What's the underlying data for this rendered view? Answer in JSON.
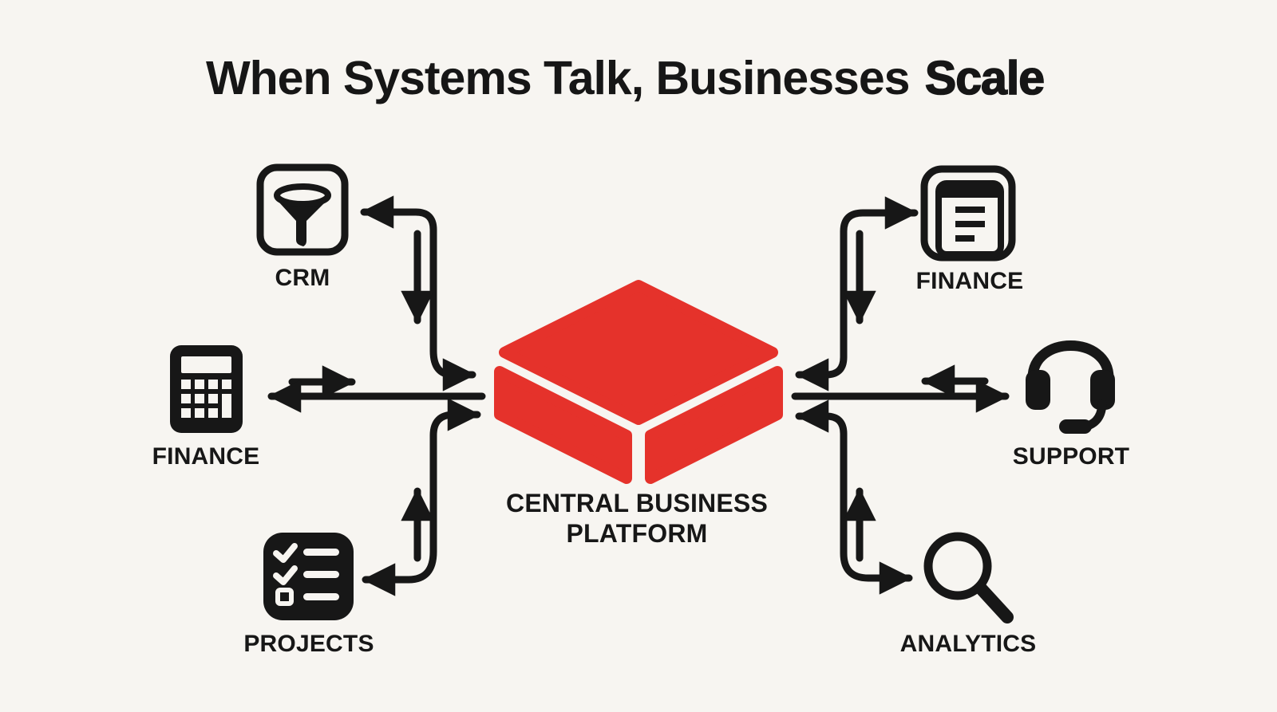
{
  "title": {
    "regular": "When Systems Talk, Businesses",
    "emphasis": "Scale"
  },
  "platform": {
    "label_line1": "CENTRAL BUSINESS",
    "label_line2": "PLATFORM",
    "shape": "isometric-red-box",
    "color": "#e5322b"
  },
  "nodes": [
    {
      "id": "crm",
      "label": "CRM",
      "icon": "funnel-icon",
      "position": "top-left"
    },
    {
      "id": "finance-left",
      "label": "FINANCE",
      "icon": "calculator-icon",
      "position": "middle-left"
    },
    {
      "id": "projects",
      "label": "PROJECTS",
      "icon": "checklist-icon",
      "position": "bottom-left"
    },
    {
      "id": "finance-right",
      "label": "FINANCE",
      "icon": "invoice-icon",
      "position": "top-right"
    },
    {
      "id": "support",
      "label": "SUPPORT",
      "icon": "headset-icon",
      "position": "middle-right"
    },
    {
      "id": "analytics",
      "label": "ANALYTICS",
      "icon": "magnifier-icon",
      "position": "bottom-right"
    }
  ],
  "connections": [
    {
      "from": "crm",
      "to": "platform",
      "bidirectional": true
    },
    {
      "from": "finance-left",
      "to": "platform",
      "bidirectional": true
    },
    {
      "from": "projects",
      "to": "platform",
      "bidirectional": true
    },
    {
      "from": "finance-right",
      "to": "platform",
      "bidirectional": true
    },
    {
      "from": "support",
      "to": "platform",
      "bidirectional": true
    },
    {
      "from": "analytics",
      "to": "platform",
      "bidirectional": true
    }
  ],
  "colors": {
    "background": "#f7f5f1",
    "ink": "#171717",
    "accent_red": "#e5322b"
  }
}
